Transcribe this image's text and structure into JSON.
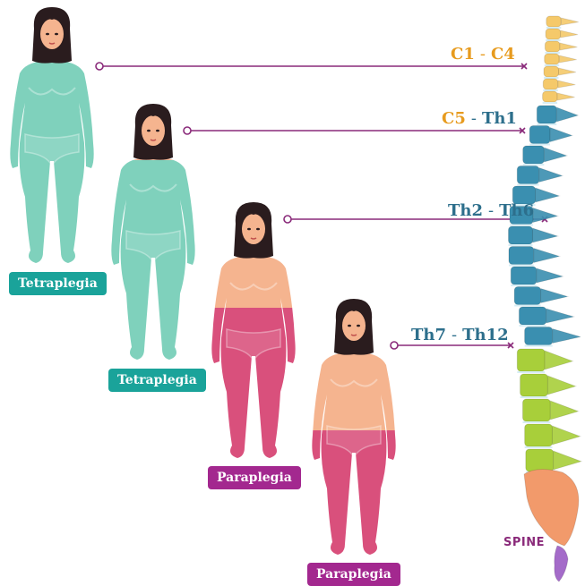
{
  "colors": {
    "paralyzed_teal": "#7fd1bc",
    "healthy_peach": "#f5b48f",
    "paralyzed_pink": "#d9507c",
    "badge_teal": "#1aa39a",
    "badge_purple": "#a3288f",
    "connector": "#8a2a7a",
    "cervical_upper": "#f5c96a",
    "cervical_thoracic": "#3a8fb0",
    "lumbar": "#a8cf3a",
    "sacrum": "#f29a6b",
    "coccyx": "#a46bc9",
    "level_orange": "#e79b1f",
    "level_blue": "#2d6f8c"
  },
  "figures": [
    {
      "label": "Tetraplegia",
      "level": [
        "C1",
        "C4"
      ]
    },
    {
      "label": "Tetraplegia",
      "level": [
        "C5",
        "Th1"
      ]
    },
    {
      "label": "Paraplegia",
      "level": [
        "Th2",
        "Th6"
      ]
    },
    {
      "label": "Paraplegia",
      "level": [
        "Th7",
        "Th12"
      ]
    }
  ],
  "spine_label": "SPINE",
  "level_separator": "-"
}
